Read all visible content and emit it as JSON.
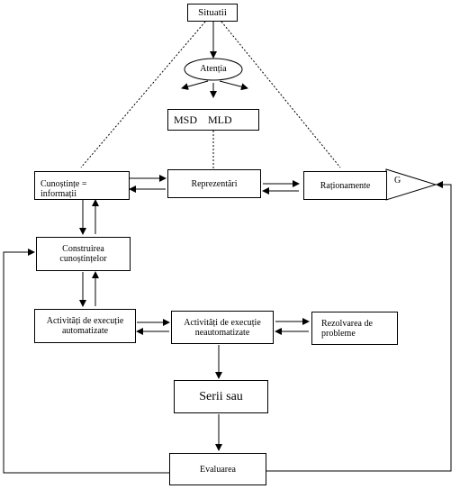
{
  "diagram": {
    "nodes": {
      "situatii": "Situatii",
      "atentia": "Atenția",
      "msd_mld": "MSD    MLD",
      "cunostinte": "Cunoștințe =\ninformații",
      "reprezentari": "Reprezentări",
      "rationamente": "Raționamente",
      "goal": "G",
      "construirea": "Construirea\ncunoștințelor",
      "activitati_auto": "Activități de execuție\nautomatizate",
      "activitati_neauto": "Activități de execuție\nneautomatizate",
      "rezolvarea": "Rezolvarea de\nprobleme",
      "serii": "Serii sau",
      "evaluarea": "Evaluarea"
    },
    "line_color": "#000000"
  }
}
